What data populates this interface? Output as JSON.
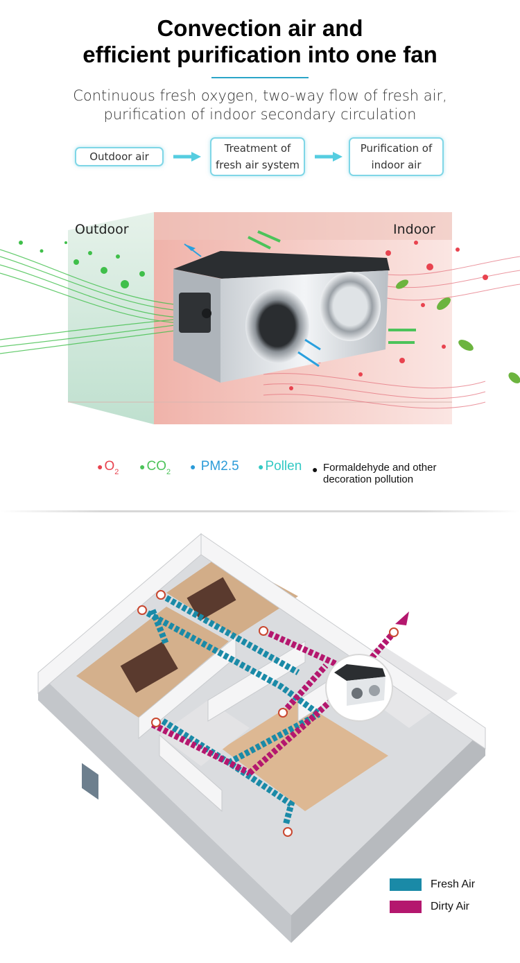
{
  "header": {
    "title_line1": "Convection air and",
    "title_line2": "efficient purification into one fan",
    "subtitle_line1": "Continuous fresh oxygen, two-way flow of fresh air,",
    "subtitle_line2": "purification of indoor secondary circulation"
  },
  "flow": {
    "step1": "Outdoor air",
    "step2_line1": "Treatment of",
    "step2_line2": "fresh air system",
    "step3_line1": "Purification of",
    "step3_line2": "indoor air"
  },
  "diagram": {
    "outdoor_label": "Outdoor",
    "indoor_label": "Indoor"
  },
  "particles": {
    "o2_text": "O",
    "o2_sub": "2",
    "co2_text": "CO",
    "co2_sub": "2",
    "pm_text": "PM2.5",
    "pollen_text": "Pollen",
    "formaldehyde_text": "Formaldehyde and other decoration pollution",
    "colors": {
      "o2": "#e8434f",
      "co2": "#4cc35a",
      "pm": "#2b9bd8",
      "pollen": "#33c9c4",
      "formaldehyde": "#111111"
    }
  },
  "airflow_legend": {
    "fresh_label": "Fresh Air",
    "dirty_label": "Dirty Air",
    "fresh_color": "#1a8aa7",
    "dirty_color": "#b4176e"
  }
}
